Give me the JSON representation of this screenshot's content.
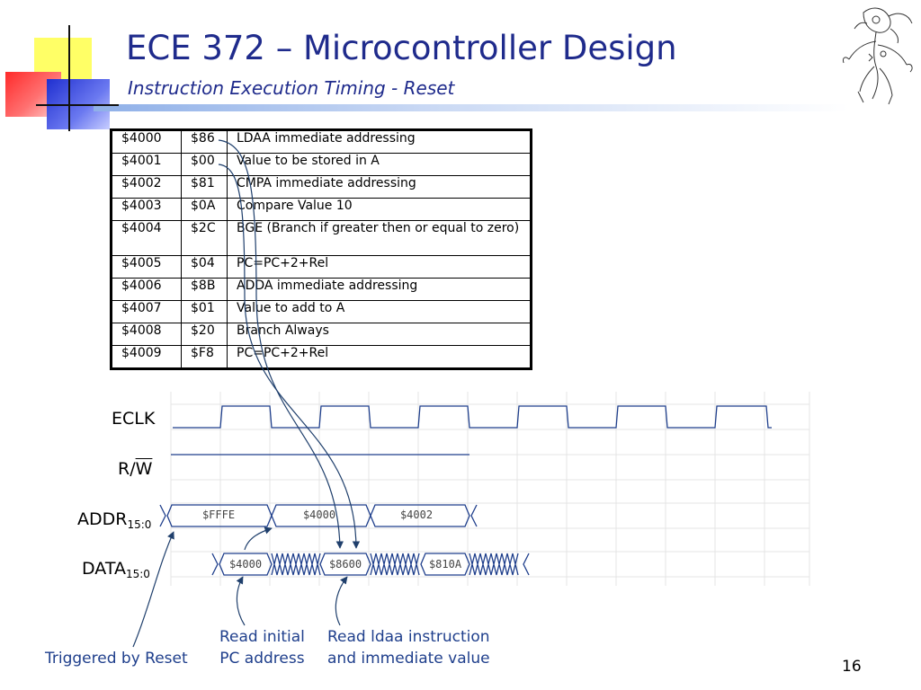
{
  "slide": {
    "title": "ECE 372 – Microcontroller Design",
    "subtitle": "Instruction Execution Timing - Reset",
    "page_number": "16"
  },
  "memory_table": {
    "rows": [
      {
        "addr": "$4000",
        "data": "$86",
        "desc": "LDAA immediate addressing"
      },
      {
        "addr": "$4001",
        "data": "$00",
        "desc": "Value to be stored in A"
      },
      {
        "addr": "$4002",
        "data": "$81",
        "desc": "CMPA immediate addressing"
      },
      {
        "addr": "$4003",
        "data": "$0A",
        "desc": "Compare Value 10"
      },
      {
        "addr": "$4004",
        "data": "$2C",
        "desc": "BGE (Branch if greater then or equal to zero)"
      },
      {
        "addr": "$4005",
        "data": "$04",
        "desc": "PC=PC+2+Rel"
      },
      {
        "addr": "$4006",
        "data": "$8B",
        "desc": "ADDA immediate addressing"
      },
      {
        "addr": "$4007",
        "data": "$01",
        "desc": "Value to add to A"
      },
      {
        "addr": "$4008",
        "data": "$20",
        "desc": "Branch Always"
      },
      {
        "addr": "$4009",
        "data": "$F8",
        "desc": "PC=PC+2+Rel"
      }
    ]
  },
  "timing": {
    "signals": {
      "eclk": "ECLK",
      "rw_prefix": "R/",
      "rw_bar": "W",
      "addr": "ADDR",
      "addr_sub": "15:0",
      "data": "DATA",
      "data_sub": "15:0"
    },
    "addr_values": [
      "$FFFE",
      "$4000",
      "$4002"
    ],
    "data_values": [
      "$4000",
      "$8600",
      "$810A"
    ]
  },
  "annotations": {
    "reset": "Triggered by Reset",
    "read_pc_line1": "Read initial",
    "read_pc_line2": "PC address",
    "read_ldaa_line1": "Read ldaa instruction",
    "read_ldaa_line2": "and immediate value"
  },
  "colors": {
    "title": "#1f2b8c",
    "signal": "#1f3f8c",
    "annotation": "#1f3f8c"
  }
}
